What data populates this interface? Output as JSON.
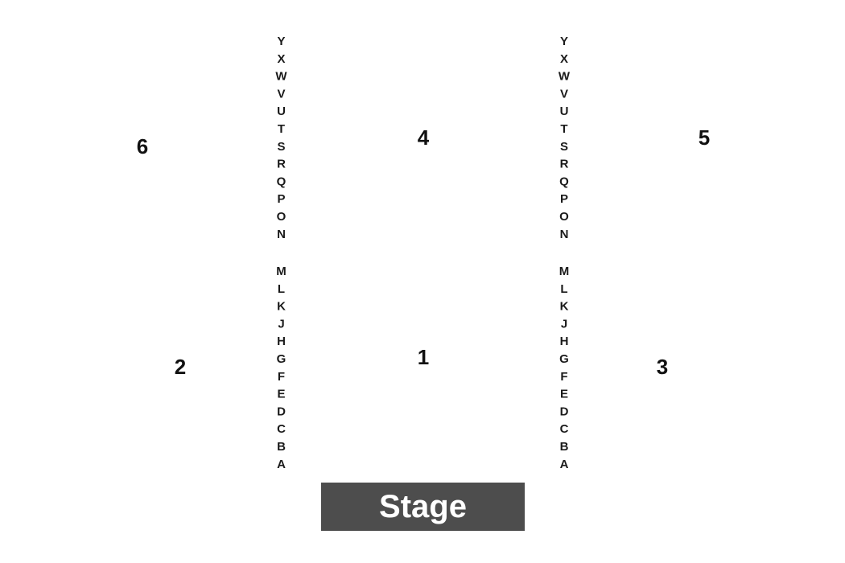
{
  "row_columns": {
    "upper_rows": [
      "Y",
      "X",
      "W",
      "V",
      "U",
      "T",
      "S",
      "R",
      "Q",
      "P",
      "O",
      "N"
    ],
    "lower_rows": [
      "M",
      "L",
      "K",
      "J",
      "H",
      "G",
      "F",
      "E",
      "D",
      "C",
      "B",
      "A"
    ]
  },
  "sections": [
    "6",
    "4",
    "5",
    "2",
    "1",
    "3"
  ],
  "stage": {
    "label": "Stage",
    "fill_color": "#4d4d4d",
    "text_color": "#ffffff"
  },
  "colors": {
    "text": "#1a1a1a",
    "background": "#ffffff"
  }
}
